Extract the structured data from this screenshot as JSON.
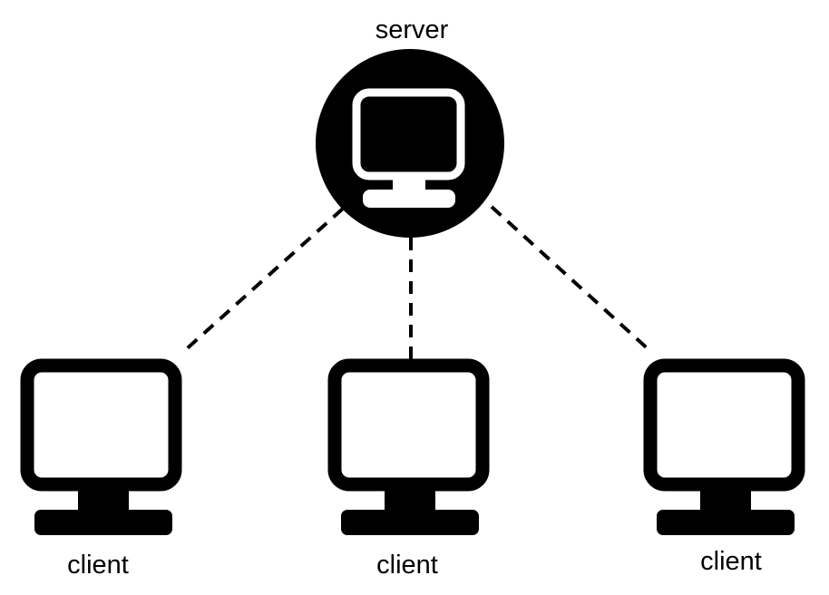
{
  "diagram": {
    "server": {
      "label": "server",
      "icon": "computer-icon"
    },
    "clients": [
      {
        "label": "client",
        "icon": "computer-icon"
      },
      {
        "label": "client",
        "icon": "computer-icon"
      },
      {
        "label": "client",
        "icon": "computer-icon"
      }
    ],
    "connections": [
      {
        "from": "server",
        "to": "client-1",
        "style": "dashed"
      },
      {
        "from": "server",
        "to": "client-2",
        "style": "dashed"
      },
      {
        "from": "server",
        "to": "client-3",
        "style": "dashed"
      }
    ],
    "colors": {
      "server_background": "#000000",
      "icon_stroke": "#000000",
      "server_icon": "#ffffff",
      "background": "#ffffff"
    }
  }
}
